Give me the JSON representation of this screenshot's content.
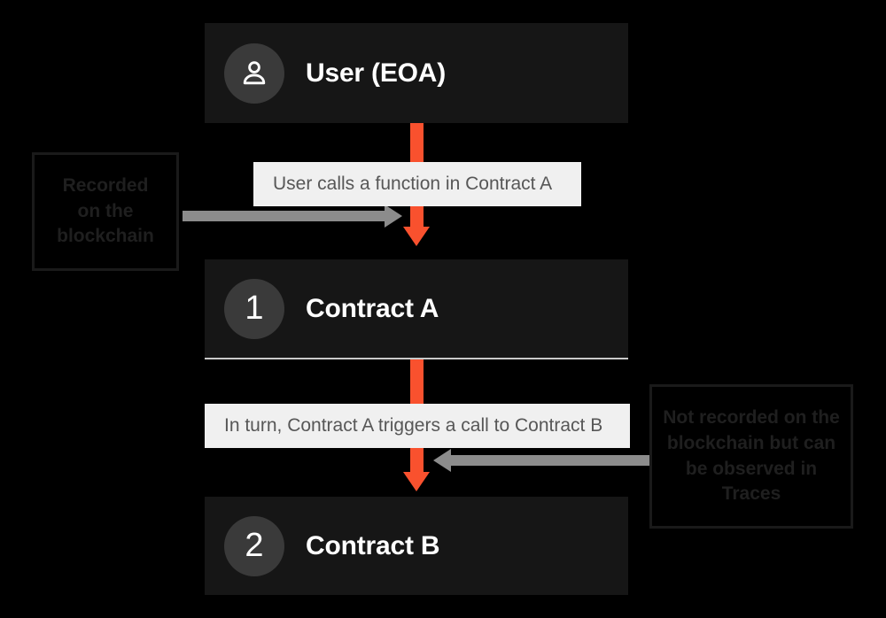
{
  "diagram": {
    "title": "Contract call flow",
    "background_color": "#000000",
    "accent_color": "#f9512e",
    "nodes": [
      {
        "id": "user",
        "icon": "person-icon",
        "badge": "",
        "label": "User (EOA)"
      },
      {
        "id": "contract-a",
        "icon": "",
        "badge": "1",
        "label": "Contract A"
      },
      {
        "id": "contract-b",
        "icon": "",
        "badge": "2",
        "label": "Contract B"
      }
    ],
    "step_labels": [
      {
        "id": "step-1",
        "text": "User calls a function in Contract A"
      },
      {
        "id": "step-2",
        "text": "In turn, Contract A triggers a call to Contract B"
      }
    ],
    "annotations": [
      {
        "id": "annotation-recorded",
        "lines": [
          "Recorded",
          "on the",
          "blockchain"
        ],
        "arrow_direction": "right"
      },
      {
        "id": "annotation-not-recorded",
        "lines": [
          "Not recorded on the",
          "blockchain but can",
          "be observed in",
          "Traces"
        ],
        "arrow_direction": "left"
      }
    ]
  }
}
